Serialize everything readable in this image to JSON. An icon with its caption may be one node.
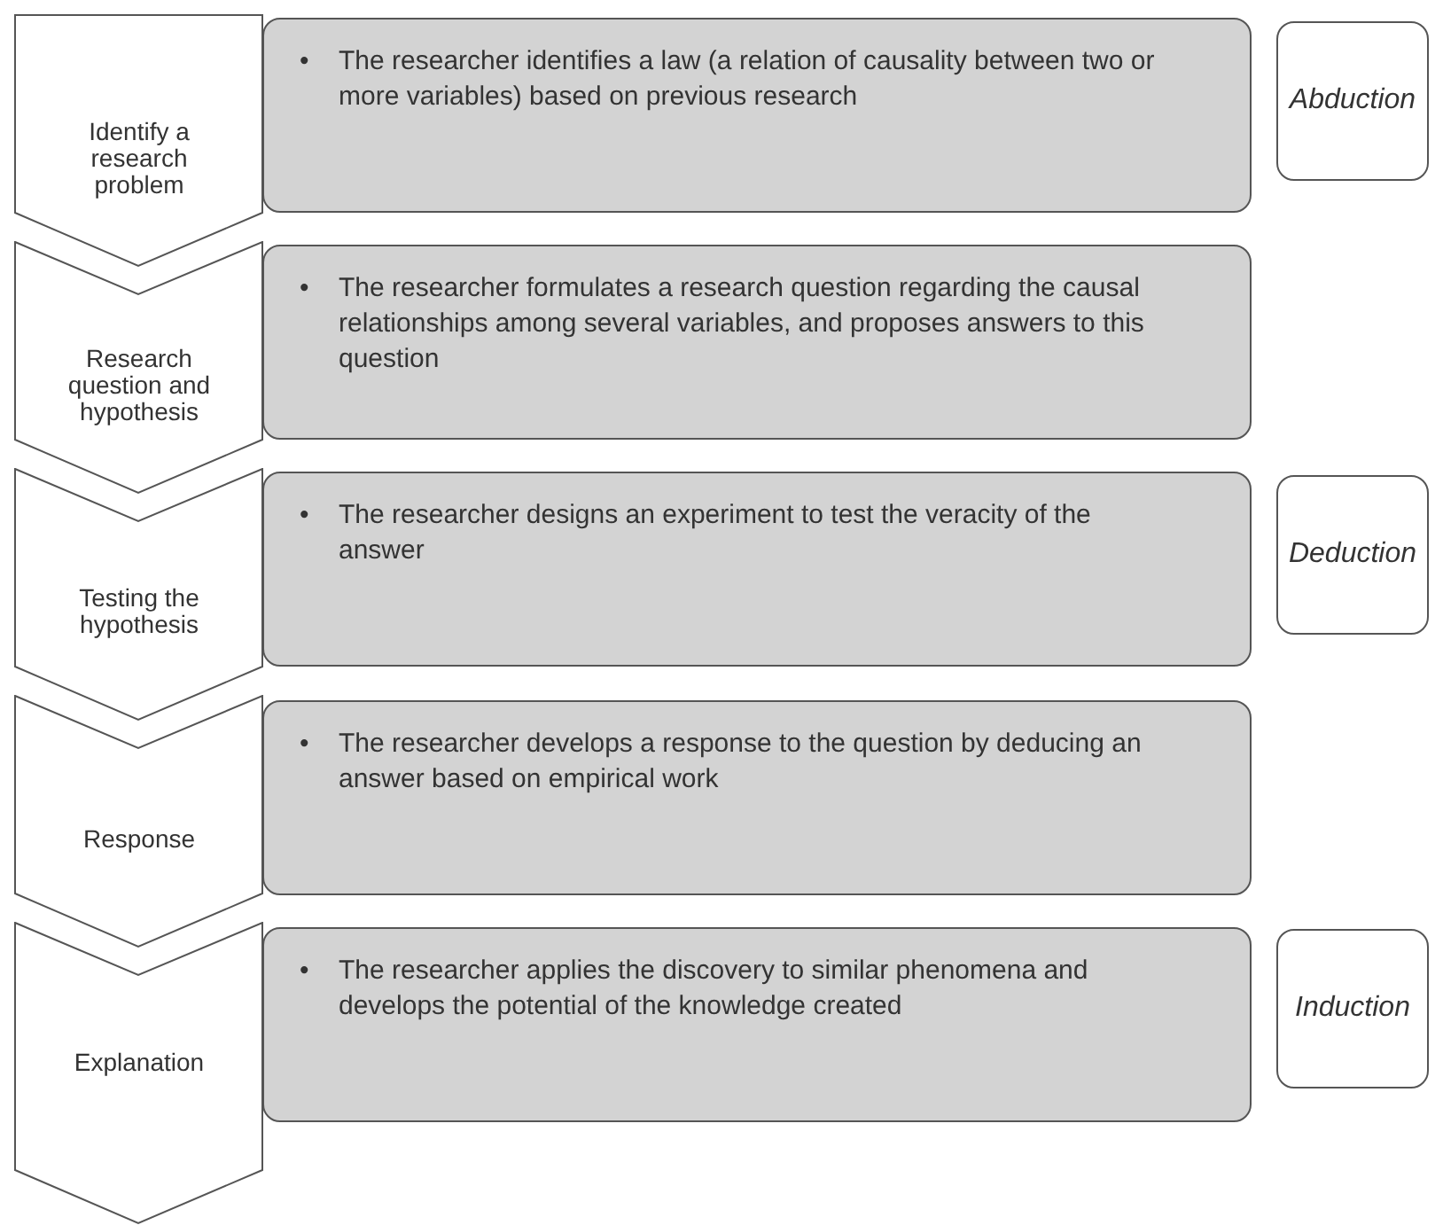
{
  "diagram": {
    "nodes": [
      {
        "text": [
          "Identify a research problem"
        ]
      },
      {
        "text": [
          "•",
          "The researcher identifies a law (a relation of causality between two or more variables) based on previous research"
        ]
      },
      {
        "text": [
          "Abduction"
        ]
      },
      {
        "text": [
          "Research question and hypothesis"
        ]
      },
      {
        "text": [
          "•",
          "The researcher formulates a research question regarding the causal relationships among several variables, and proposes answers to this question"
        ]
      },
      {
        "text": [
          "Testing the hypothesis"
        ]
      },
      {
        "text": [
          "•",
          "The researcher designs an experiment to test the veracity of the answer"
        ]
      },
      {
        "text": [
          "Deduction"
        ]
      },
      {
        "text": [
          "Response"
        ]
      },
      {
        "text": [
          "•",
          "The researcher develops a response to the question by deducing an answer based on empirical work"
        ]
      },
      {
        "text": [
          "Explanation"
        ]
      },
      {
        "text": [
          "•",
          "The researcher applies the discovery to similar phenomena and develops the potential of the knowledge created"
        ]
      },
      {
        "text": [
          "Induction"
        ]
      }
    ]
  }
}
